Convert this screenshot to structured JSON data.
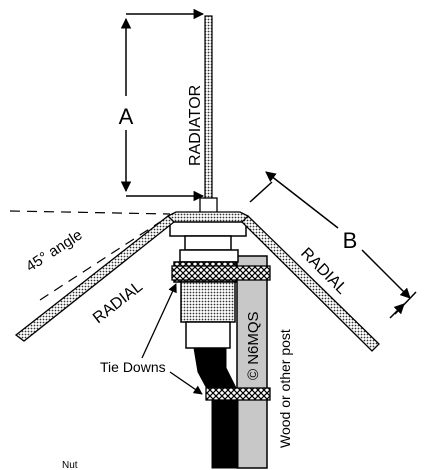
{
  "labels": {
    "radiator": "RADIATOR",
    "radial_left": "RADIAL",
    "radial_right": "RADIAL",
    "dim_a": "A",
    "dim_b": "B",
    "angle": "45° angle",
    "tie_downs": "Tie Downs",
    "post": "Wood or other post",
    "copyright": "© N6MQS",
    "nut": "Nut"
  },
  "colors": {
    "ink": "#000000",
    "post_fill": "#c8c8c8",
    "hatch": "#555555"
  }
}
